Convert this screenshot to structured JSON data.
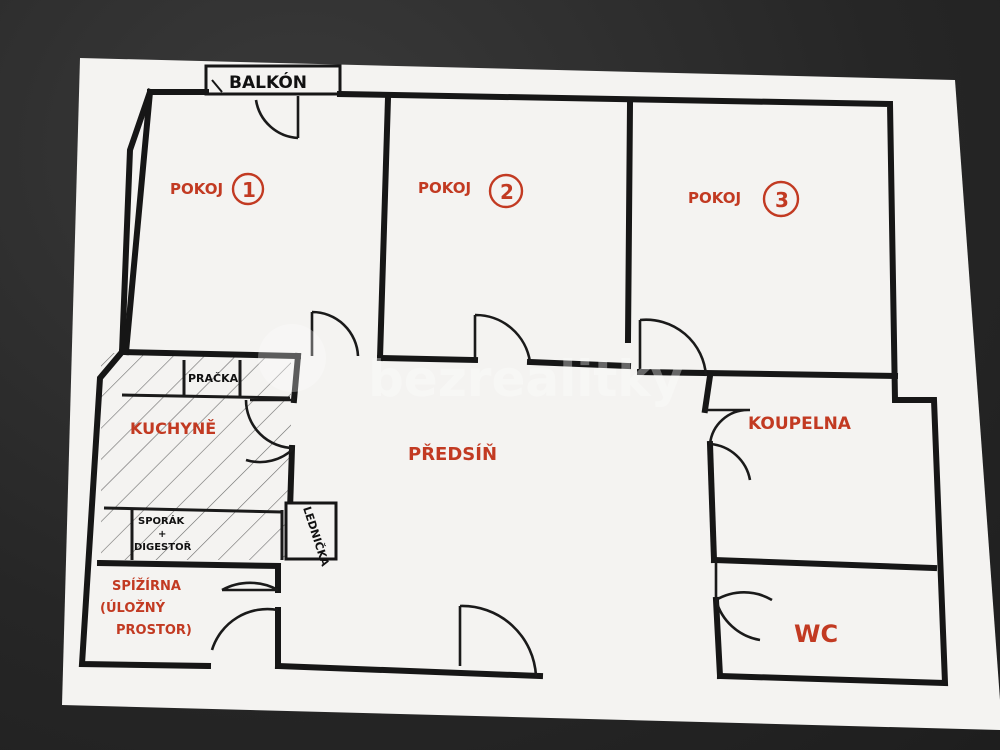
{
  "plan": {
    "balcony_label": "BALKÓN",
    "rooms": [
      {
        "id": "room1",
        "label": "POKOJ",
        "number": "1"
      },
      {
        "id": "room2",
        "label": "POKOJ",
        "number": "2"
      },
      {
        "id": "room3",
        "label": "POKOJ",
        "number": "3"
      }
    ],
    "kitchen_label": "KUCHYNĚ",
    "washer_label": "PRAČKA",
    "stove_label_1": "SPORÁK",
    "stove_label_2": "+",
    "stove_label_3": "DIGESTOŘ",
    "fridge_label": "LEDNIČKA",
    "hall_label": "PŘEDSÍŇ",
    "bathroom_label": "KOUPELNA",
    "wc_label": "WC",
    "pantry_label_1": "SPÍŽÍRNA",
    "pantry_label_2": "(ÚLOŽNÝ",
    "pantry_label_3": "PROSTOR)",
    "watermark": "bezrealitky"
  },
  "colors": {
    "ink": "#161616",
    "label_red": "#c23a22",
    "paper": "#f4f3f1",
    "background": "#262626"
  }
}
